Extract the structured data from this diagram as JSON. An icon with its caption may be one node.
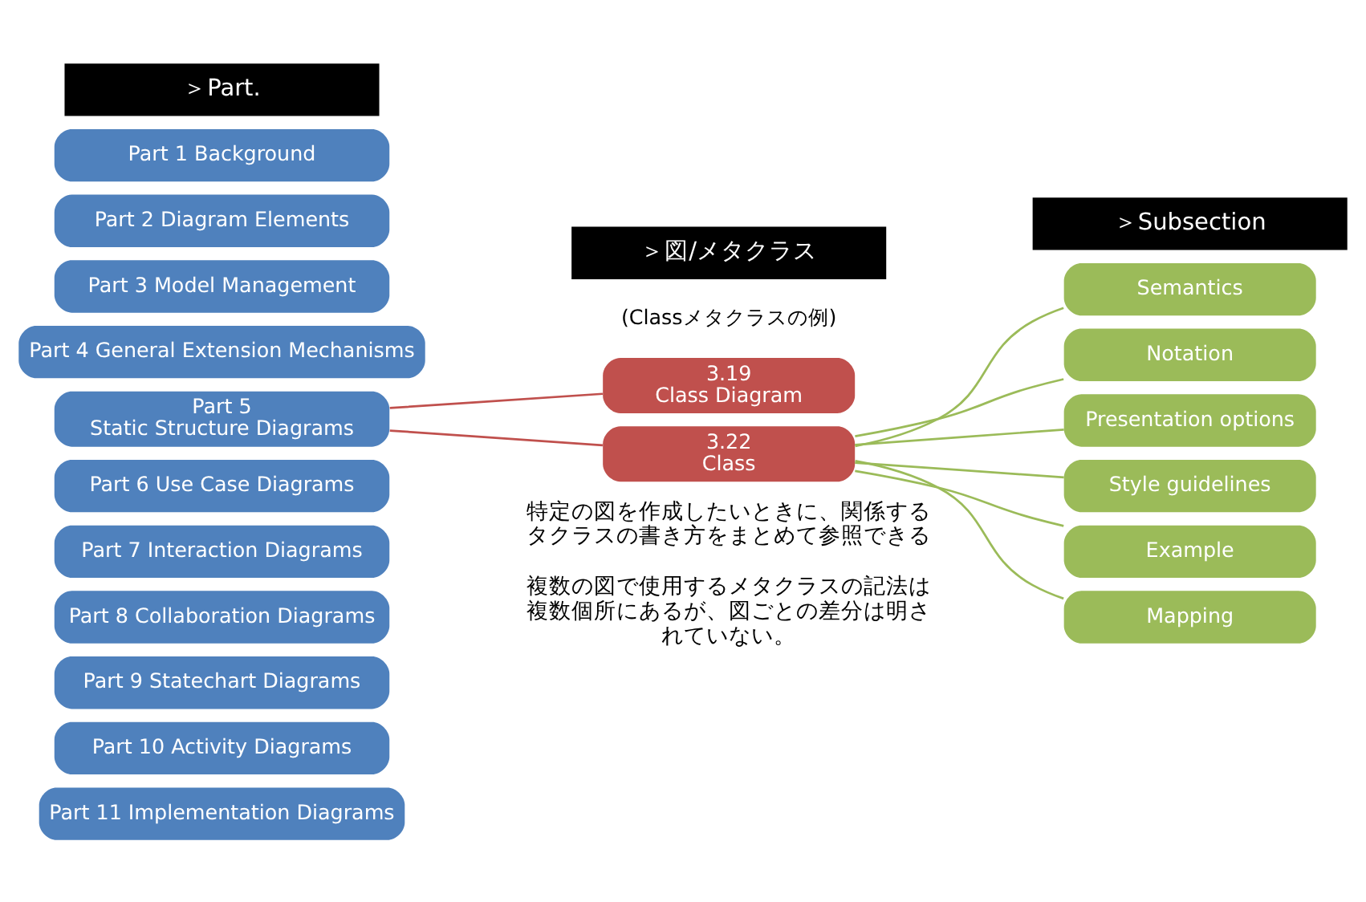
{
  "diagram": {
    "nodes": [
      {
        "text": [
          "Part 1 Background"
        ]
      },
      {
        "text": [
          "Part 2 Diagram Elements"
        ]
      },
      {
        "text": [
          "Part 3 Model Management"
        ]
      },
      {
        "text": [
          "Part 4 General Extension Mechanisms"
        ]
      },
      {
        "text": [
          "Part 5",
          "Static Structure Diagrams"
        ]
      },
      {
        "text": [
          "Part 6 Use Case Diagrams"
        ]
      },
      {
        "text": [
          "Part 7 Interaction Diagrams"
        ]
      },
      {
        "text": [
          "Part 8 Collaboration Diagrams"
        ]
      },
      {
        "text": [
          "Part 9 Statechart Diagrams"
        ]
      },
      {
        "text": [
          "Part 10 Activity Diagrams"
        ]
      },
      {
        "text": [
          "Part 11 Implementation Diagrams"
        ]
      },
      {
        "text": [
          "3.19",
          "Class Diagram"
        ]
      },
      {
        "text": [
          "3.22",
          "Class"
        ]
      },
      {
        "text": [
          "Semantics"
        ]
      },
      {
        "text": [
          "Notation"
        ]
      },
      {
        "text": [
          "Presentation options"
        ]
      },
      {
        "text": [
          "Style guidelines"
        ]
      },
      {
        "text": [
          "Example"
        ]
      },
      {
        "text": [
          "Mapping"
        ]
      }
    ],
    "edges": [
      {
        "from": 4,
        "to": 11,
        "arrow": "none",
        "color": "#c0504d"
      },
      {
        "from": 4,
        "to": 12,
        "arrow": "none",
        "color": "#c0504d"
      },
      {
        "from": 12,
        "to": 13,
        "arrow": "none"
      },
      {
        "from": 12,
        "to": 14,
        "arrow": "none"
      },
      {
        "from": 12,
        "to": 15,
        "arrow": "none"
      },
      {
        "from": 12,
        "to": 16,
        "arrow": "none"
      },
      {
        "from": 12,
        "to": 17,
        "arrow": "none"
      },
      {
        "from": 12,
        "to": 18,
        "arrow": "none"
      }
    ],
    "labels": [
      "＞Part.",
      "＞図/メタクラス",
      "＞Subsection",
      "(Classメタクラスの例)",
      "特定の図を作成したいときに、関係するタクラスの書き方をまとめて参照できる",
      "複数の図で使用するメタクラスの記法は複数個所にあるが、図ごとの差分は明されていない。"
    ]
  }
}
